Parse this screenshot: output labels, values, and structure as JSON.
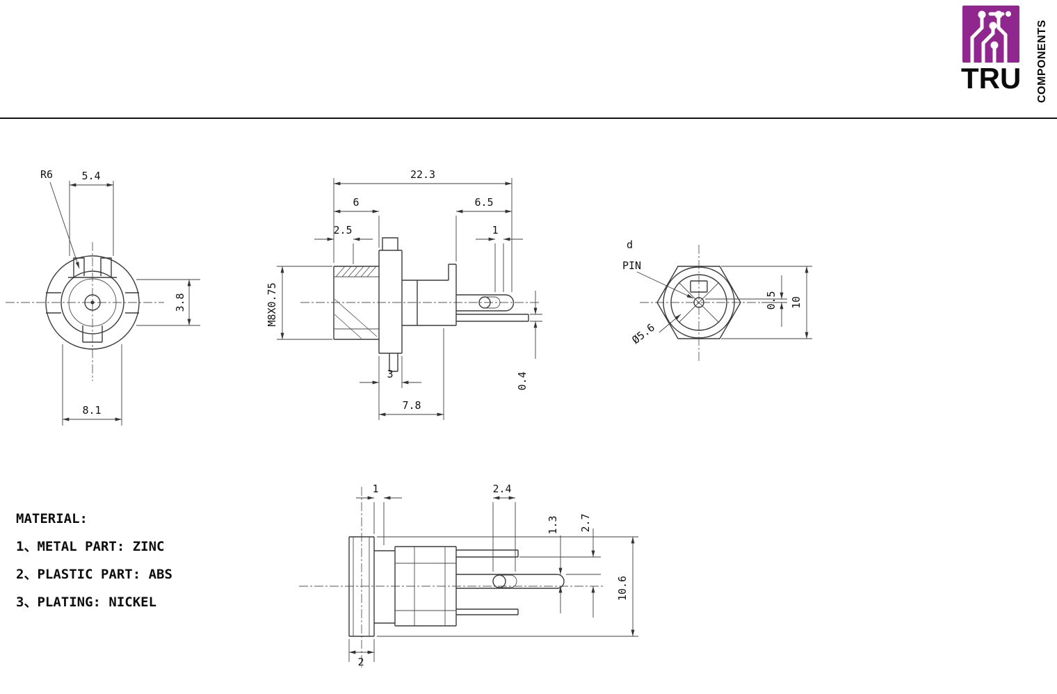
{
  "logo": {
    "brand": "TRU",
    "subtitle": "COMPONENTS",
    "icon": "circuit-board-icon",
    "accent_color": "#90278e"
  },
  "colors": {
    "brand_purple": "#90278e",
    "drawing_line": "#3a3a3a",
    "background": "#ffffff"
  },
  "material": {
    "title": "MATERIAL:",
    "items": [
      "1、METAL PART: ZINC",
      "2、PLASTIC PART: ABS",
      "3、PLATING: NICKEL"
    ]
  },
  "views": {
    "front": {
      "dims": {
        "radius": "R6",
        "key_width": "5.4",
        "flat_height": "3.8",
        "body_width": "8.1"
      }
    },
    "side": {
      "dims": {
        "total_length": "22.3",
        "thread_length": "6",
        "pin_length": "6.5",
        "relief": "2.5",
        "tab": "1",
        "thread_spec": "M8X0.75",
        "lug": "3",
        "body_length": "7.8",
        "pin_thickness": "0.4"
      }
    },
    "back": {
      "dims": {
        "d_label": "d",
        "pin_label": "PIN",
        "inner_dia": "Ø5.6",
        "pin_offset": "0.5",
        "across_flats": "10"
      }
    },
    "bottom": {
      "dims": {
        "rim": "1",
        "slot": "2.4",
        "offset_a": "1.3",
        "offset_b": "2.7",
        "height": "10.6",
        "bezel": "2"
      }
    }
  }
}
